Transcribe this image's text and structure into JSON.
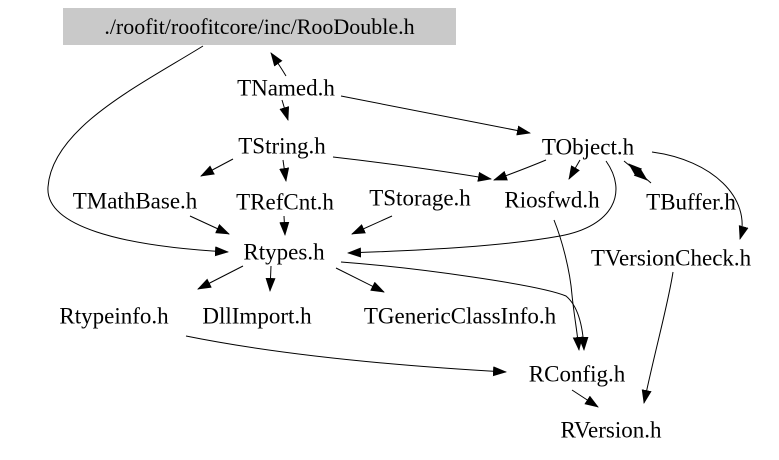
{
  "diagram": {
    "type": "include-dependency-graph",
    "background": "#ffffff",
    "edge_color": "#000000",
    "main_node_bg": "#c9c9c9"
  },
  "nodes": [
    {
      "id": "roodouble",
      "label": "./roofit/roofitcore/inc/RooDouble.h",
      "main": true
    },
    {
      "id": "tnamed",
      "label": "TNamed.h"
    },
    {
      "id": "tstring",
      "label": "TString.h"
    },
    {
      "id": "tobject",
      "label": "TObject.h"
    },
    {
      "id": "tmathbase",
      "label": "TMathBase.h"
    },
    {
      "id": "trefcnt",
      "label": "TRefCnt.h"
    },
    {
      "id": "tstorage",
      "label": "TStorage.h"
    },
    {
      "id": "riosfwd",
      "label": "Riosfwd.h"
    },
    {
      "id": "tbuffer",
      "label": "TBuffer.h"
    },
    {
      "id": "rtypes",
      "label": "Rtypes.h"
    },
    {
      "id": "tversioncheck",
      "label": "TVersionCheck.h"
    },
    {
      "id": "rtypeinfo",
      "label": "Rtypeinfo.h"
    },
    {
      "id": "dllimport",
      "label": "DllImport.h"
    },
    {
      "id": "tgenericclassinfo",
      "label": "TGenericClassInfo.h"
    },
    {
      "id": "rconfig",
      "label": "RConfig.h"
    },
    {
      "id": "rversion",
      "label": "RVersion.h"
    }
  ],
  "edges": [
    {
      "from": "tnamed",
      "to": "roodouble"
    },
    {
      "from": "tnamed",
      "to": "tstring"
    },
    {
      "from": "tnamed",
      "to": "tobject"
    },
    {
      "from": "tstring",
      "to": "tmathbase"
    },
    {
      "from": "tstring",
      "to": "trefcnt"
    },
    {
      "from": "tstring",
      "to": "riosfwd"
    },
    {
      "from": "tobject",
      "to": "tstorage"
    },
    {
      "from": "tobject",
      "to": "riosfwd"
    },
    {
      "from": "tobject",
      "to": "tbuffer"
    },
    {
      "from": "tbuffer",
      "to": "tobject"
    },
    {
      "from": "tobject",
      "to": "tversioncheck"
    },
    {
      "from": "tobject",
      "to": "rtypes"
    },
    {
      "from": "roodouble",
      "to": "rtypes"
    },
    {
      "from": "tmathbase",
      "to": "rtypes"
    },
    {
      "from": "trefcnt",
      "to": "rtypes"
    },
    {
      "from": "tstorage",
      "to": "rtypes"
    },
    {
      "from": "rtypes",
      "to": "rtypeinfo"
    },
    {
      "from": "rtypes",
      "to": "dllimport"
    },
    {
      "from": "rtypes",
      "to": "tgenericclassinfo"
    },
    {
      "from": "rtypes",
      "to": "rconfig"
    },
    {
      "from": "riosfwd",
      "to": "rconfig"
    },
    {
      "from": "rtypeinfo",
      "to": "rconfig"
    },
    {
      "from": "rconfig",
      "to": "rversion"
    },
    {
      "from": "tversioncheck",
      "to": "rversion"
    }
  ]
}
